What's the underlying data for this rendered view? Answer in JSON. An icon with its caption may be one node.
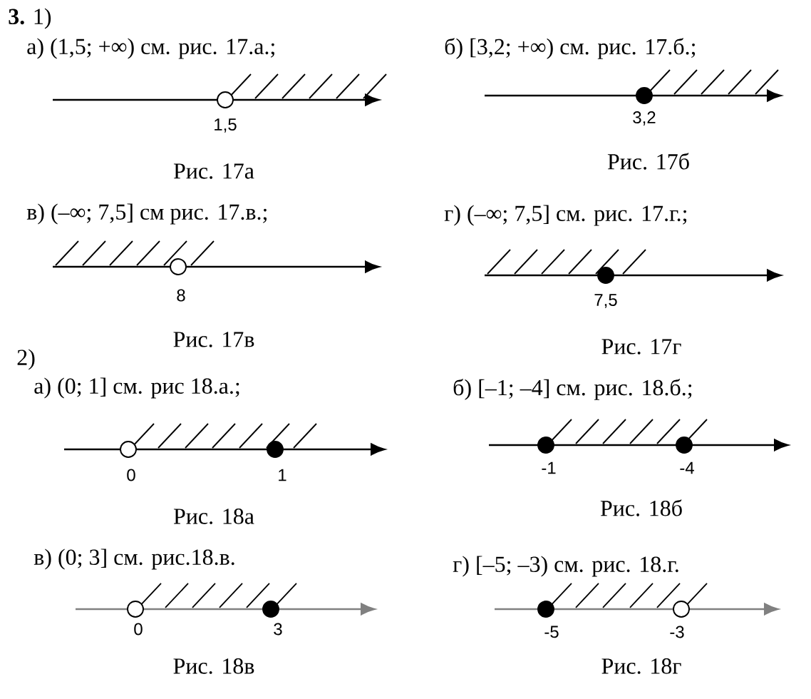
{
  "diagram": {
    "labels": [
      "**3.** 1)",
      "а) (1,5; +∞) см. рис. 17.а.;",
      "б) [3,2; +∞) см. рис. 17.б.;",
      "1,5",
      "3,2",
      "Рис. 17а",
      "Рис. 17б",
      "в) (–∞; 7,5] см рис. 17.в.;",
      "г) (–∞; 7,5] см. рис. 17.г.;",
      "8",
      "7,5",
      "Рис. 17в",
      "Рис. 17г",
      "2)",
      "а) (0; 1] см. рис 18.а.;",
      "б) [–1; –4] см. рис. 18.б.;",
      "0",
      "1",
      "-1",
      "-4",
      "Рис. 18а",
      "Рис. 18б",
      "в) (0; 3] см. рис.18.в.",
      "г) [–5; –3) см. рис. 18.г.",
      "0",
      "3",
      "-5",
      "-3",
      "Рис. 18в",
      "Рис. 18г"
    ]
  }
}
